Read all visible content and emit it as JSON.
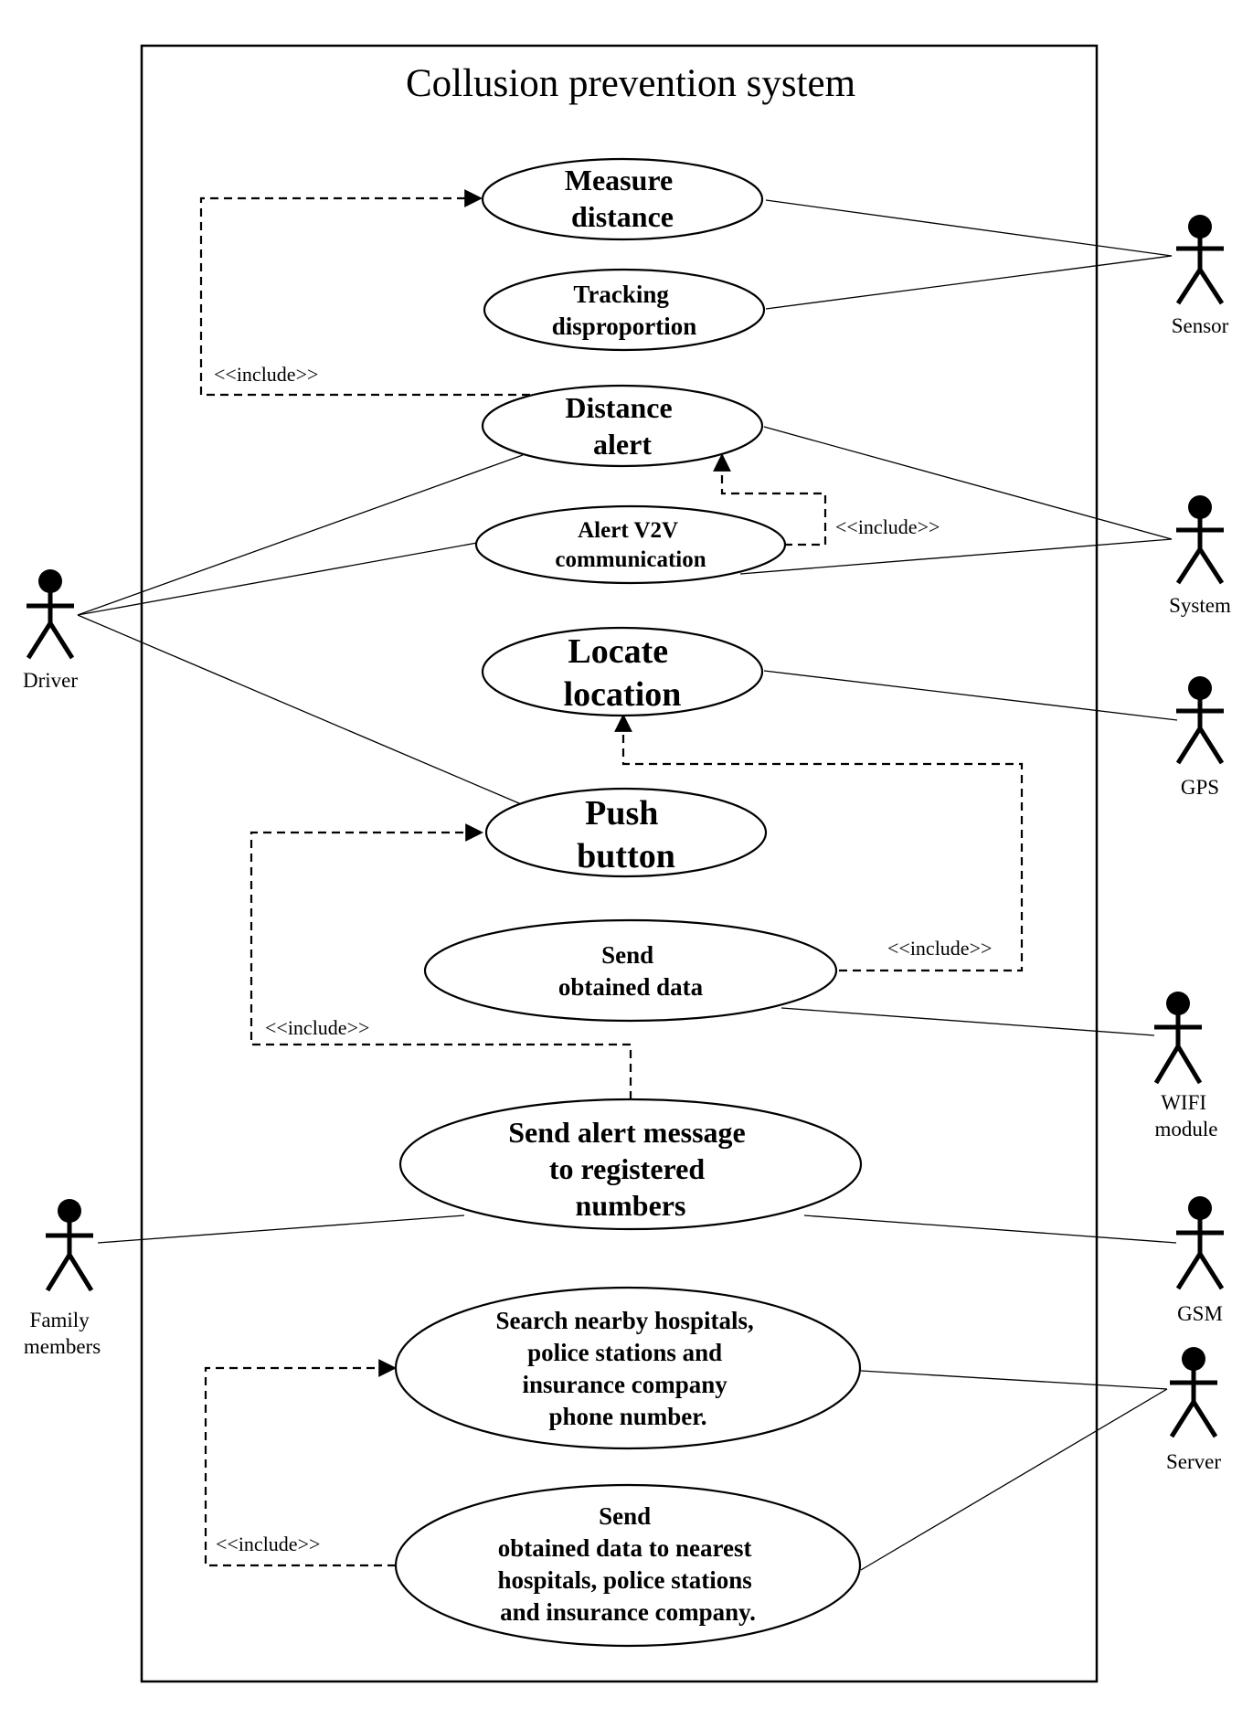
{
  "title": "Collusion prevention system",
  "use_cases": {
    "measure_distance": [
      "Measure",
      "distance"
    ],
    "tracking_disproportion": [
      "Tracking",
      "disproportion"
    ],
    "distance_alert": [
      "Distance",
      "alert"
    ],
    "alert_v2v": [
      "Alert V2V",
      "communication"
    ],
    "locate_location": [
      "Locate",
      "location"
    ],
    "push_button": [
      "Push",
      "button"
    ],
    "send_obtained_data": [
      "Send",
      "obtained data"
    ],
    "send_alert_message": [
      "Send alert message",
      "to registered",
      "numbers"
    ],
    "search_nearby": [
      "Search nearby hospitals,",
      "police stations and",
      "insurance company",
      "phone number."
    ],
    "send_to_nearest": [
      "Send",
      "obtained data to nearest",
      "hospitals, police stations",
      "and insurance company."
    ]
  },
  "actors": {
    "sensor": [
      "Sensor"
    ],
    "system": [
      "System"
    ],
    "gps": [
      "GPS"
    ],
    "wifi_module": [
      "WIFI",
      "module"
    ],
    "gsm": [
      "GSM"
    ],
    "server": [
      "Server"
    ],
    "driver": [
      "Driver"
    ],
    "family_members": [
      "Family",
      "members"
    ]
  },
  "include_label": "<<include>>"
}
